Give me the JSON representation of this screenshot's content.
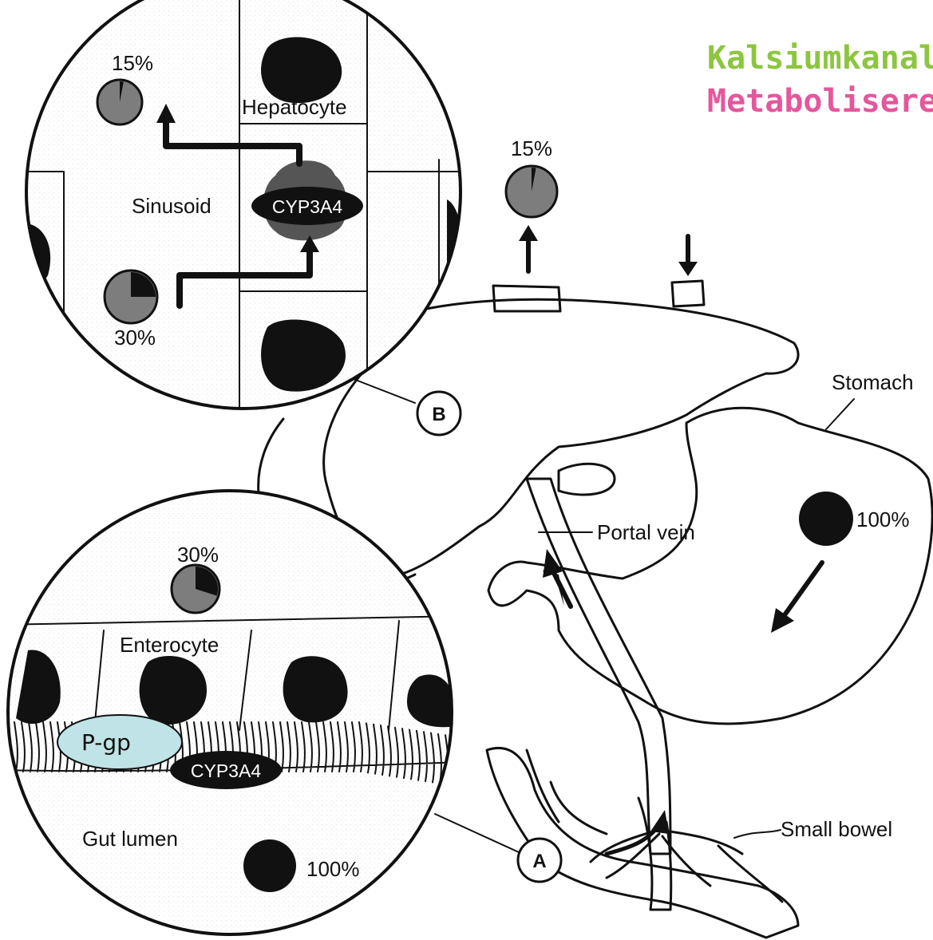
{
  "title": {
    "line1": "Kalsiumkanal",
    "line2": "Metabolisere",
    "line1_color": "#8cc63f",
    "line2_color": "#e4579c"
  },
  "liver_inset": {
    "pct_top": "15%",
    "hepatocyte": "Hepatocyte",
    "sinusoid": "Sinusoid",
    "enzyme": "CYP3A4",
    "pct_bottom": "30%"
  },
  "hepatic_vein": {
    "pct": "15%"
  },
  "stomach_label": "Stomach",
  "stomach_dose": "100%",
  "portal_vein_label": "Portal vein",
  "marker_b": "B",
  "marker_a": "A",
  "small_bowel_label": "Small bowel",
  "gut_inset": {
    "pct_top": "30%",
    "enterocyte": "Enterocyte",
    "transporter": "P-gp",
    "enzyme": "CYP3A4",
    "gut_lumen": "Gut lumen",
    "dose": "100%"
  },
  "colors": {
    "pgp_fill": "#bfe3e6",
    "ink": "#111111"
  },
  "pie_fractions": {
    "metabolized_30": 0.3,
    "metabolized_15": 0.15
  }
}
